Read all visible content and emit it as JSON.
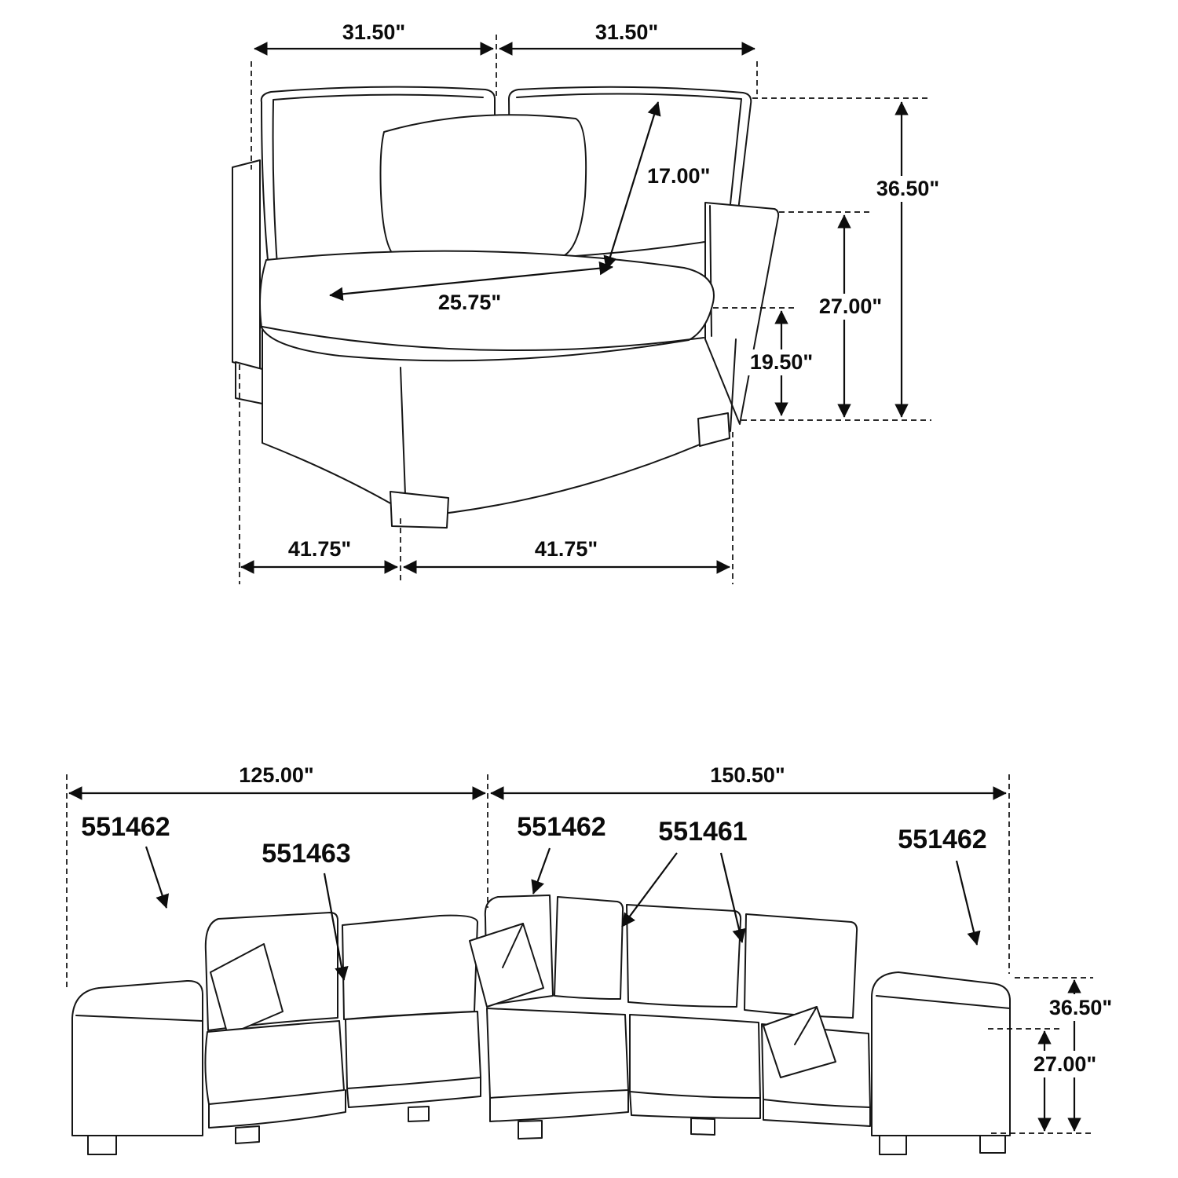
{
  "corner_piece": {
    "back_width_left": "31.50\"",
    "back_width_right": "31.50\"",
    "back_cushion_length": "17.00\"",
    "overall_height": "36.50\"",
    "arm_height": "27.00\"",
    "seat_depth": "25.75\"",
    "seat_height": "19.50\"",
    "base_depth": "41.75\"",
    "base_width": "41.75\""
  },
  "sectional": {
    "width_left": "125.00\"",
    "width_right": "150.50\"",
    "overall_height": "36.50\"",
    "arm_height": "27.00\"",
    "skus": [
      "551462",
      "551463",
      "551462",
      "551461",
      "551462"
    ]
  },
  "colors": {
    "line": "#161616",
    "background": "#ffffff"
  }
}
